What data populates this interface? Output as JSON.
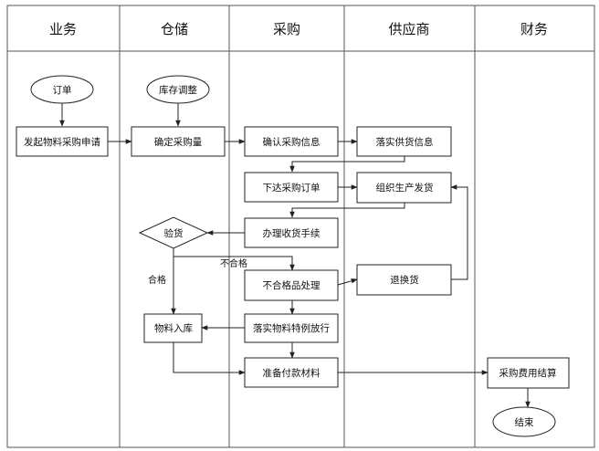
{
  "lanes": [
    "业务",
    "仓储",
    "采购",
    "供应商",
    "财务"
  ],
  "nodes": {
    "order": "订单",
    "stock_adjust": "库存调整",
    "purchase_request": "发起物料采购申请",
    "determine_qty": "确定采购量",
    "confirm_info": "确认采购信息",
    "implement_supply": "落实供货信息",
    "place_order": "下达采购订单",
    "organize_production": "组织生产发货",
    "inspection": "验货",
    "receiving": "办理收货手续",
    "nonconforming": "不合格品处理",
    "return_exchange": "退换货",
    "warehouse_in": "物料入库",
    "special_release": "落实物料特例放行",
    "prepare_payment": "准备付款材料",
    "settlement": "采购费用结算",
    "end": "结束"
  },
  "edge_labels": {
    "qualified": "合格",
    "unqualified": "不合格"
  }
}
